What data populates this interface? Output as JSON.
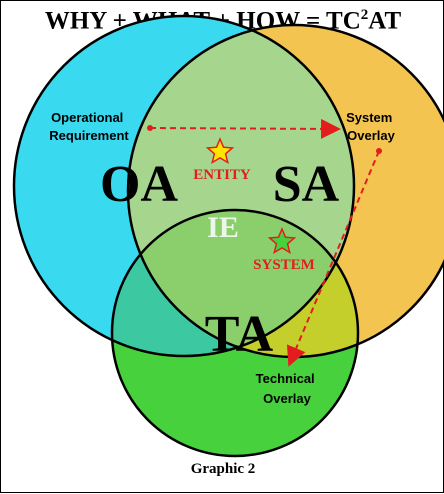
{
  "title": {
    "prefix": "WHY + WHAT + HOW = TC",
    "superscript": "2",
    "suffix": "AT"
  },
  "circles": {
    "oa": {
      "label": "OA",
      "color": "#39d9ef"
    },
    "sa": {
      "label": "SA",
      "color": "#f4c451"
    },
    "ta": {
      "label": "TA",
      "color": "#47d13c"
    }
  },
  "intersection_label": "IE",
  "entity_label": "ENTITY",
  "system_label": "SYSTEM",
  "labels": {
    "operational": [
      "Operational",
      "Requirement"
    ],
    "system_overlay": [
      "System",
      "Overlay"
    ],
    "technical_overlay": [
      "Technical",
      "Overlay"
    ]
  },
  "caption": "Graphic 2",
  "colors": {
    "arrow": "#e31d1d",
    "entity_text": "#e31d1d",
    "star_fill": "#ffe600"
  }
}
